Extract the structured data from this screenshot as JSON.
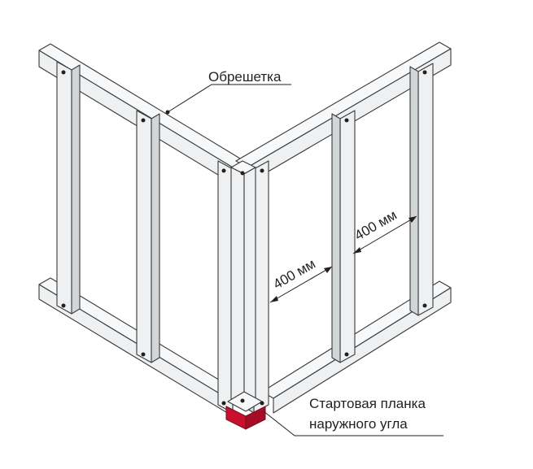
{
  "labels": {
    "lathing": "Обрешетка",
    "dim_left": "400 мм",
    "dim_right": "400 мм",
    "start_strip_line1": "Стартовая планка",
    "start_strip_line2": "наружного угла"
  },
  "colors": {
    "frame_light": "#eef0f1",
    "frame_shade": "#d3d6d8",
    "outline": "#3a3a3a",
    "start_strip": "#c8102e",
    "text": "#231f20"
  }
}
